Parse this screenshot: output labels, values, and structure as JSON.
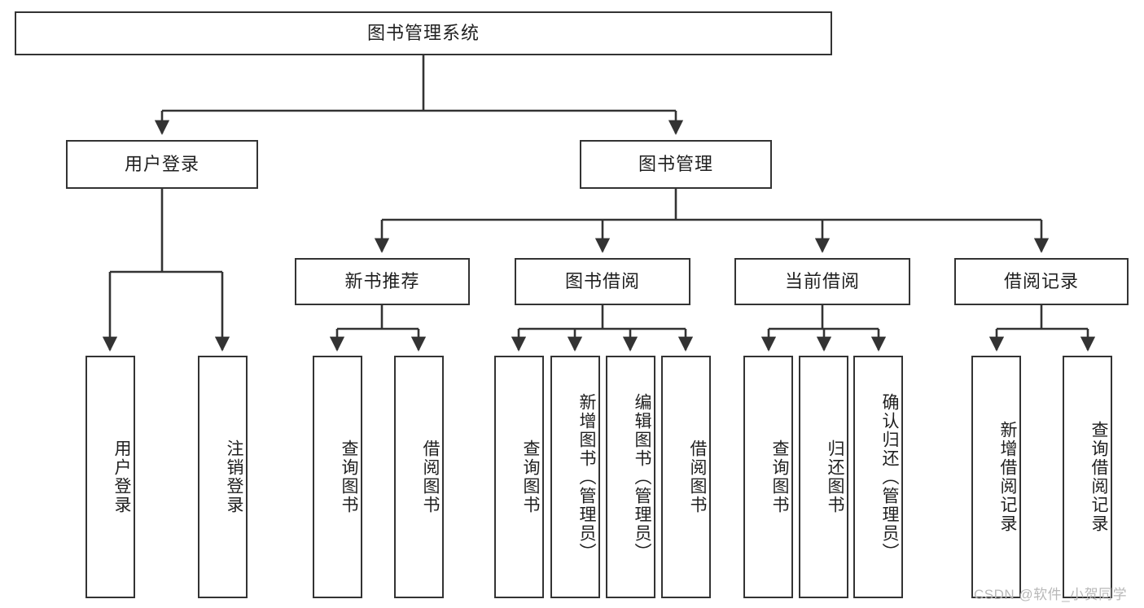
{
  "diagram": {
    "title": "图书管理系统",
    "type": "tree-hierarchy-chart",
    "colors": {
      "node_border": "#333333",
      "node_fill": "#ffffff",
      "edge": "#333333",
      "text": "#1f1f1f",
      "watermark": "#b8b8b8",
      "background": "#ffffff"
    },
    "nodes": {
      "root": {
        "label": "图书管理系统"
      },
      "level2": [
        {
          "label": "用户登录"
        },
        {
          "label": "图书管理"
        }
      ],
      "level3": [
        {
          "label": "新书推荐"
        },
        {
          "label": "图书借阅"
        },
        {
          "label": "当前借阅"
        },
        {
          "label": "借阅记录"
        }
      ],
      "leaves": {
        "user_login": [
          {
            "label": "用户登录"
          },
          {
            "label": "注销登录"
          }
        ],
        "new_book_recommend": [
          {
            "label": "查询图书"
          },
          {
            "label": "借阅图书"
          }
        ],
        "book_borrow": [
          {
            "label": "查询图书"
          },
          {
            "label": "新增图书（管理员）"
          },
          {
            "label": "编辑图书（管理员）"
          },
          {
            "label": "借阅图书"
          }
        ],
        "current_borrow": [
          {
            "label": "查询图书"
          },
          {
            "label": "归还图书"
          },
          {
            "label": "确认归还（管理员）"
          }
        ],
        "borrow_record": [
          {
            "label": "新增借阅记录"
          },
          {
            "label": "查询借阅记录"
          }
        ]
      }
    },
    "watermark": "CSDN @软件_小贺同学"
  }
}
